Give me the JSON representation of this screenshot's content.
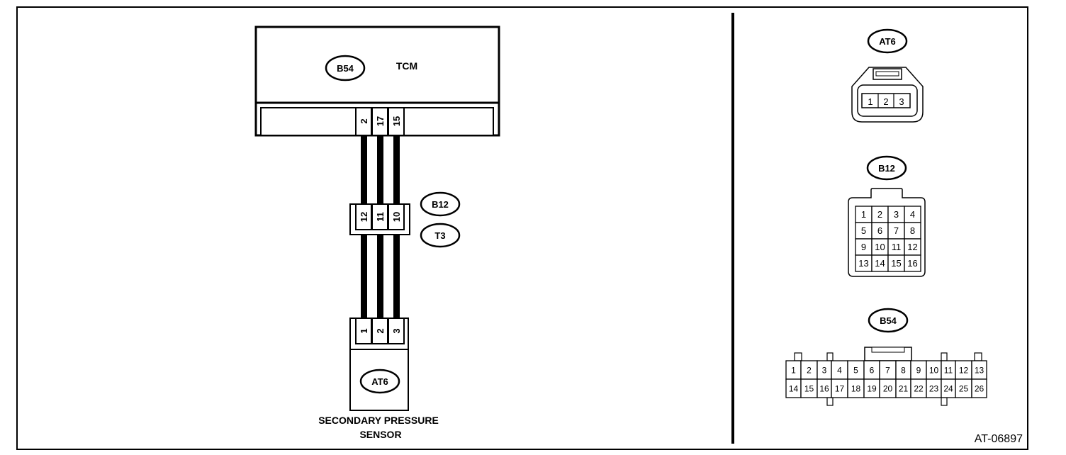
{
  "tcm": {
    "connector": "B54",
    "label": "TCM",
    "pins": [
      "2",
      "17",
      "15"
    ]
  },
  "joint": {
    "connector_top": "B12",
    "connector_bottom": "T3",
    "pins": [
      "12",
      "11",
      "10"
    ]
  },
  "sensor": {
    "connector": "AT6",
    "pins": [
      "1",
      "2",
      "3"
    ],
    "label_line1": "SECONDARY PRESSURE",
    "label_line2": "SENSOR"
  },
  "views": {
    "at6": {
      "label": "AT6",
      "pins": [
        "1",
        "2",
        "3"
      ]
    },
    "b12": {
      "label": "B12",
      "pins": [
        "1",
        "2",
        "3",
        "4",
        "5",
        "6",
        "7",
        "8",
        "9",
        "10",
        "11",
        "12",
        "13",
        "14",
        "15",
        "16"
      ]
    },
    "b54": {
      "label": "B54",
      "row1": [
        "1",
        "2",
        "3",
        "4",
        "5",
        "6",
        "7",
        "8",
        "9",
        "10",
        "11",
        "12",
        "13"
      ],
      "row2": [
        "14",
        "15",
        "16",
        "17",
        "18",
        "19",
        "20",
        "21",
        "22",
        "23",
        "24",
        "25",
        "26"
      ]
    }
  },
  "figure_id": "AT-06897"
}
